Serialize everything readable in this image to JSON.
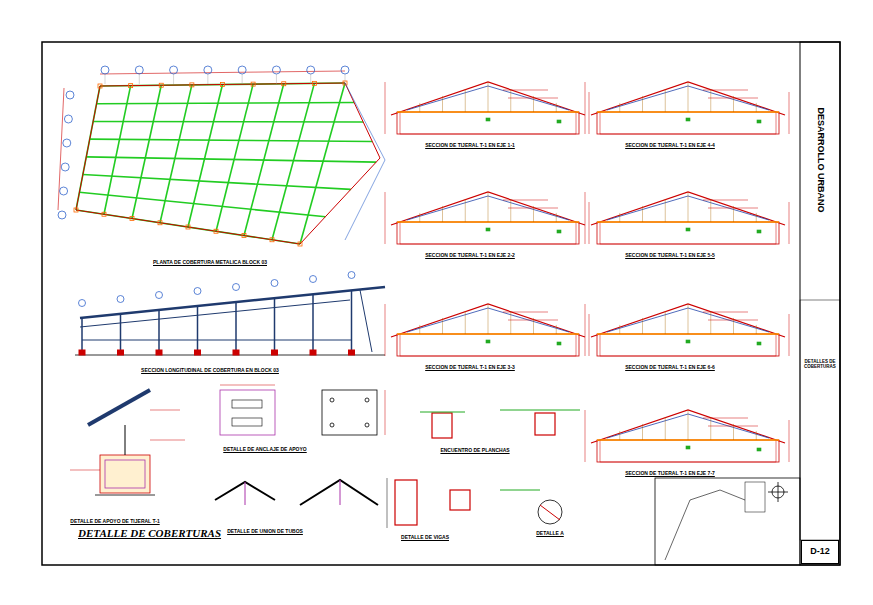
{
  "diagram": {
    "title": "DETALLE DE COBERTURAS",
    "nodes": [
      {
        "text": [
          "DESARROLLO URBANO"
        ]
      },
      {
        "text": [
          "DETALLES DE COBERTURAS"
        ]
      },
      {
        "text": [
          "D-12"
        ]
      }
    ],
    "labels": [
      "PLANTA DE COBERTURA METALICA BLOCK 03",
      "SECCION LONGITUDINAL DE COBERTURA EN BLOCK 03",
      "SECCION DE TIJERAL T-1 EN EJE 1-1",
      "SECCION DE TIJERAL T-1 EN EJE 4-4",
      "SECCION DE TIJERAL T-1 EN EJE 2-2",
      "SECCION DE TIJERAL T-1 EN EJE 5-5",
      "SECCION DE TIJERAL T-1 EN EJE 3-3",
      "SECCION DE TIJERAL T-1 EN EJE 6-6",
      "SECCION DE TIJERAL T-1 EN EJE 7-7",
      "DETALLE DE APOYO DE TIJERAL T-1",
      "DETALLE DE ANCLAJE DE APOYO",
      "DETALLE DE UNION DE TUBOS",
      "DETALLE DE VIGAS",
      "ENCUENTRO DE PLANCHAS",
      "DETALLE A"
    ]
  }
}
